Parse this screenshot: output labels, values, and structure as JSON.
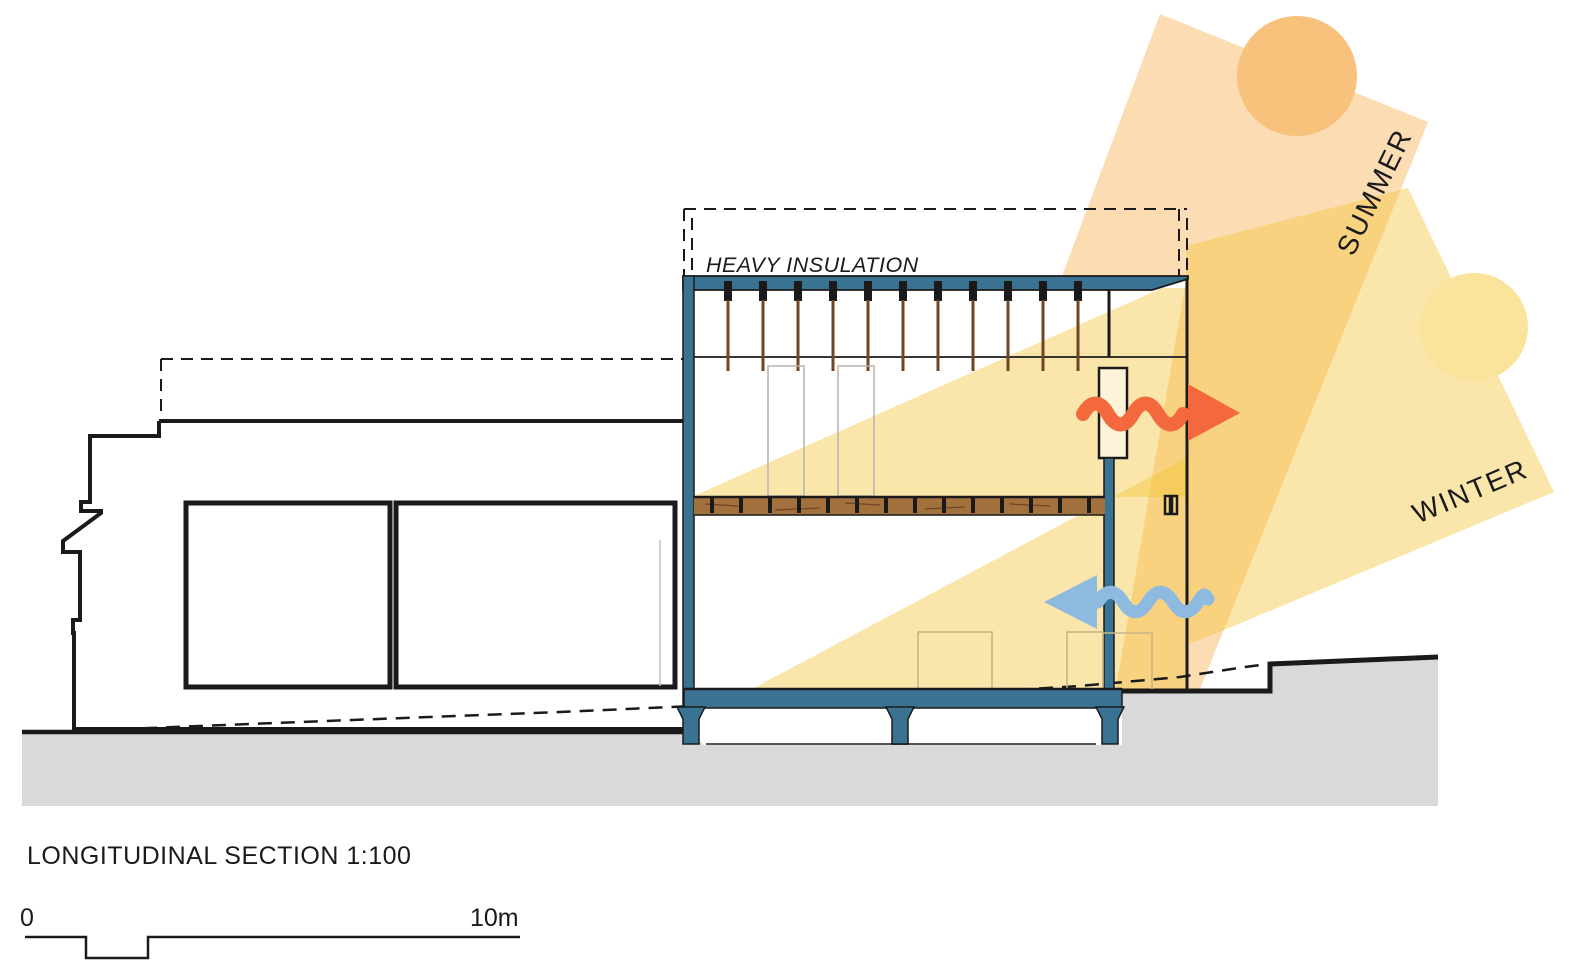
{
  "drawing": {
    "labels": {
      "heavy_insulation": "HEAVY INSULATION",
      "summer": "SUMMER",
      "winter": "WINTER"
    },
    "title": "LONGITUDINAL SECTION 1:100",
    "scale_bar": {
      "start": "0",
      "end": "10m"
    },
    "colors": {
      "ink": "#1a1a1a",
      "structure_blue": "#3A7292",
      "wood": "#A2713E",
      "wood_dark": "#6F4526",
      "summer_beam": "#F59E2D",
      "winter_beam": "#F2C335",
      "summer_sun": "#F8C17C",
      "winter_sun": "#FAE39B",
      "warm_air_arrow": "#F3683C",
      "cool_air_arrow": "#8FBADF",
      "ground": "#D9D9D9",
      "panel_gray": "#B3B3B3",
      "furniture_tan": "#C9B584",
      "white": "#FFFFFF"
    }
  }
}
